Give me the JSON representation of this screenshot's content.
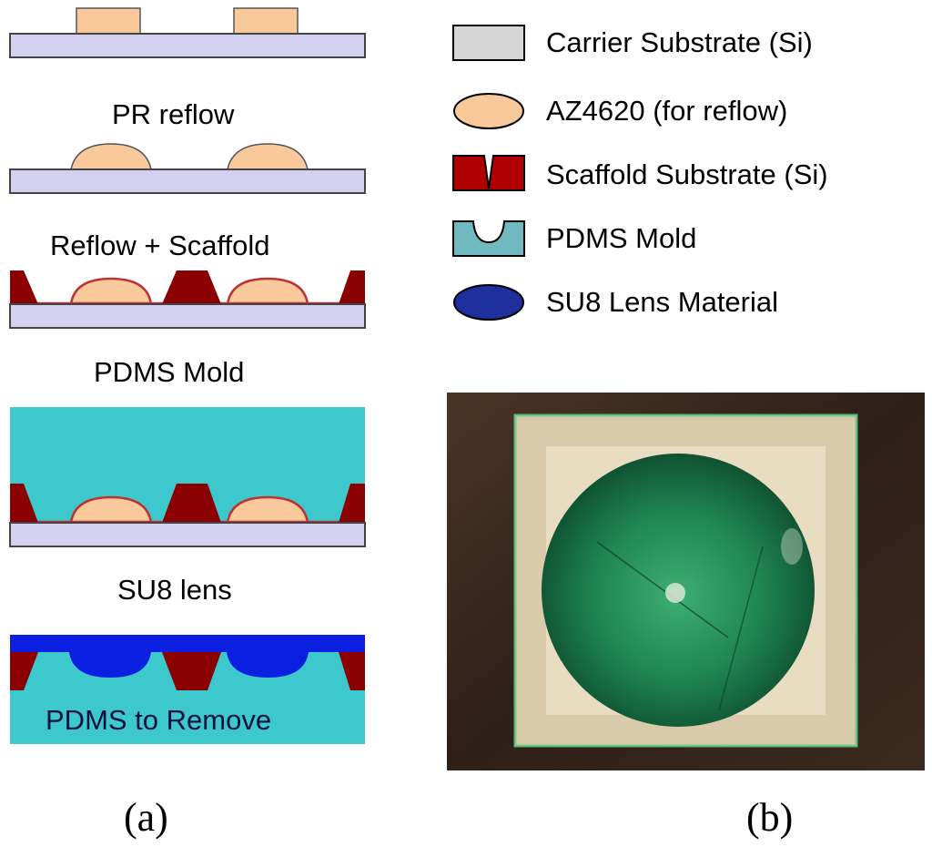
{
  "panel_a": {
    "label": "(a)",
    "steps": [
      {
        "title": ""
      },
      {
        "title": "PR reflow"
      },
      {
        "title": "Reflow + Scaffold"
      },
      {
        "title": "PDMS Mold"
      },
      {
        "title": "SU8 lens"
      }
    ],
    "inner_text": "PDMS to Remove"
  },
  "legend": {
    "items": [
      {
        "label": "Carrier Substrate (Si)",
        "icon": "carrier-substrate-swatch",
        "color": "#d6d6d6"
      },
      {
        "label": "AZ4620 (for reflow)",
        "icon": "az4620-swatch",
        "color": "#f9c89b"
      },
      {
        "label": "Scaffold Substrate (Si)",
        "icon": "scaffold-swatch",
        "color": "#b00000"
      },
      {
        "label": "PDMS Mold",
        "icon": "pdms-swatch",
        "color": "#6fb9bf"
      },
      {
        "label": "SU8 Lens Material",
        "icon": "su8-swatch",
        "color": "#1e2f9e"
      }
    ]
  },
  "panel_b": {
    "label": "(b)"
  },
  "colors": {
    "carrier": "#d4d0ef",
    "photoresist": "#f9c89b",
    "scaffold": "#8b0000",
    "pdms": "#3cc8cc",
    "su8": "#0a1fe0"
  }
}
